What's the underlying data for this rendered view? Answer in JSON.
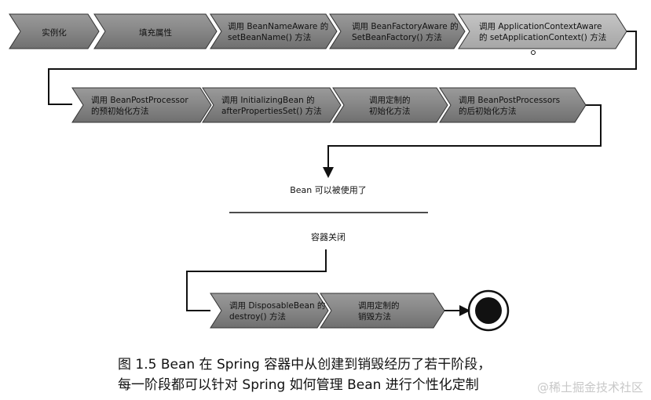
{
  "diagram": {
    "row1": [
      [
        "实例化"
      ],
      [
        "填充属性"
      ],
      [
        "调用 BeanNameAware 的",
        "setBeanName() 方法"
      ],
      [
        "调用 BeanFactoryAware 的",
        "SetBeanFactory() 方法"
      ],
      [
        "调用 ApplicationContextAware",
        "的 setApplicationContext() 方法"
      ]
    ],
    "row2": [
      [
        "调用 BeanPostProcessor",
        "的预初始化方法"
      ],
      [
        "调用 InitializingBean 的",
        "afterPropertiesSet() 方法"
      ],
      [
        "调用定制的",
        "初始化方法"
      ],
      [
        "调用 BeanPostProcessors",
        "的后初始化方法"
      ]
    ],
    "ready_label": "Bean 可以被使用了",
    "close_label": "容器关闭",
    "row3": [
      [
        "调用 DisposableBean 的",
        "destroy() 方法"
      ],
      [
        "调用定制的",
        "销毁方法"
      ]
    ]
  },
  "caption": {
    "line1": "图 1.5   Bean 在 Spring 容器中从创建到销毁经历了若干阶段，",
    "line2": "每一阶段都可以针对 Spring 如何管理 Bean 进行个性化定制"
  },
  "watermark": "@稀土掘金技术社区",
  "colors": {
    "step_fill": "#8a8a8a",
    "step_fill_light": "#b3b3b3",
    "line": "#111111",
    "end_ring": "#111111"
  }
}
